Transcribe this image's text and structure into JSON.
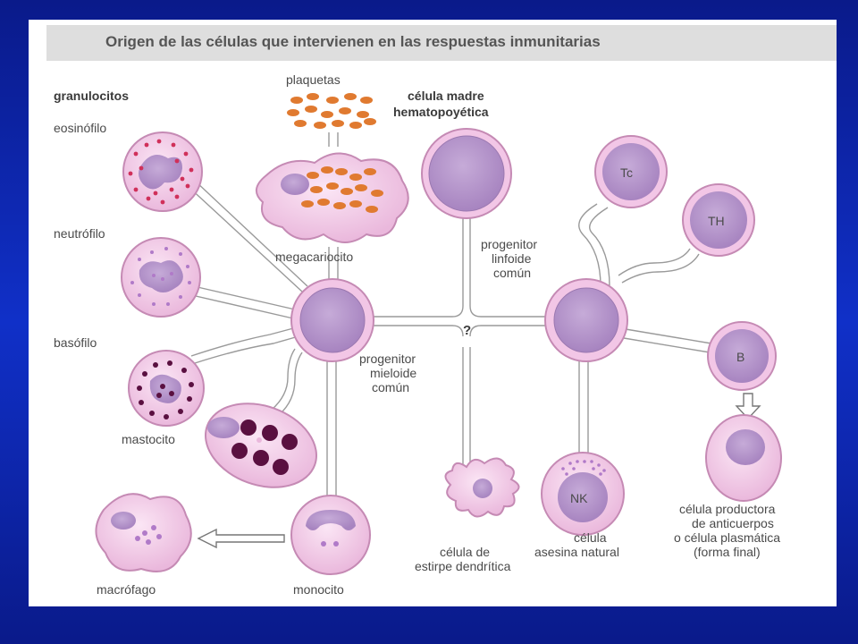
{
  "title": "Origen de las células que intervienen en las respuestas inmunitarias",
  "labels": {
    "granulocitos": "granulocitos",
    "eosinofilo": "eosinófilo",
    "neutrofilo": "neutrófilo",
    "basofilo": "basófilo",
    "mastocito": "mastocito",
    "macrofago": "macrófago",
    "monocito": "monocito",
    "plaquetas": "plaquetas",
    "megacariocito": "megacariocito",
    "celula_madre_1": "célula madre",
    "celula_madre_2": "hematopoyética",
    "progenitor_linfoide_1": "progenitor",
    "progenitor_linfoide_2": "linfoide",
    "progenitor_linfoide_3": "común",
    "progenitor_mieloide_1": "progenitor",
    "progenitor_mieloide_2": "mieloide",
    "progenitor_mieloide_3": "común",
    "question": "?",
    "dendritica_1": "célula de",
    "dendritica_2": "estirpe dendrítica",
    "nk_1": "célula",
    "nk_2": "asesina natural",
    "plasmatica_1": "célula productora",
    "plasmatica_2": "de anticuerpos",
    "plasmatica_3": "o célula plasmática",
    "plasmatica_4": "(forma final)",
    "tc": "Tc",
    "th": "TH",
    "b": "B",
    "nk": "NK"
  },
  "colors": {
    "background": "#1030c8",
    "cell_fill": "#f2c6e6",
    "nucleus_fill": "#b898cc",
    "granule": "#d0305a",
    "platelet": "#e07a30",
    "mast_granule": "#5a1040"
  }
}
